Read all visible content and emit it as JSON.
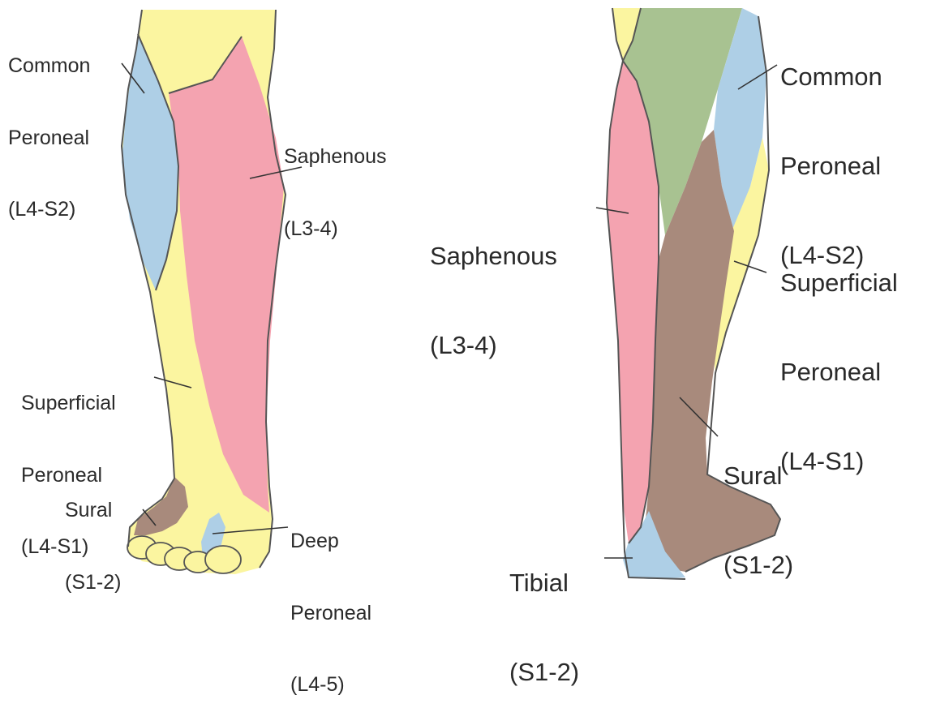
{
  "colors": {
    "saphenous": "#f4a3b0",
    "common_peroneal": "#aecfe6",
    "superficial_peroneal": "#fbf5a0",
    "sural": "#a88a7c",
    "deep_peroneal": "#aecfe6",
    "tibial": "#aecfe6",
    "thigh_posterior": "#a8c291",
    "outline": "#555555",
    "label_text": "#2a2a2a"
  },
  "anterior_view": {
    "labels": {
      "common_peroneal": [
        "Common",
        "Peroneal",
        "(L4-S2)"
      ],
      "saphenous": [
        "Saphenous",
        "(L3-4)"
      ],
      "superficial_peroneal": [
        "Superficial",
        "Peroneal",
        "(L4-S1)"
      ],
      "sural": [
        "Sural",
        "(S1-2)"
      ],
      "deep_peroneal": [
        "Deep",
        "Peroneal",
        "(L4-5)"
      ]
    }
  },
  "posterior_view": {
    "labels": {
      "common_peroneal": [
        "Common",
        "Peroneal",
        "(L4-S2)"
      ],
      "saphenous": [
        "Saphenous",
        "(L3-4)"
      ],
      "superficial_peroneal": [
        "Superficial",
        "Peroneal",
        "(L4-S1)"
      ],
      "sural": [
        "Sural",
        "(S1-2)"
      ],
      "tibial": [
        "Tibial",
        "(S1-2)"
      ]
    }
  }
}
